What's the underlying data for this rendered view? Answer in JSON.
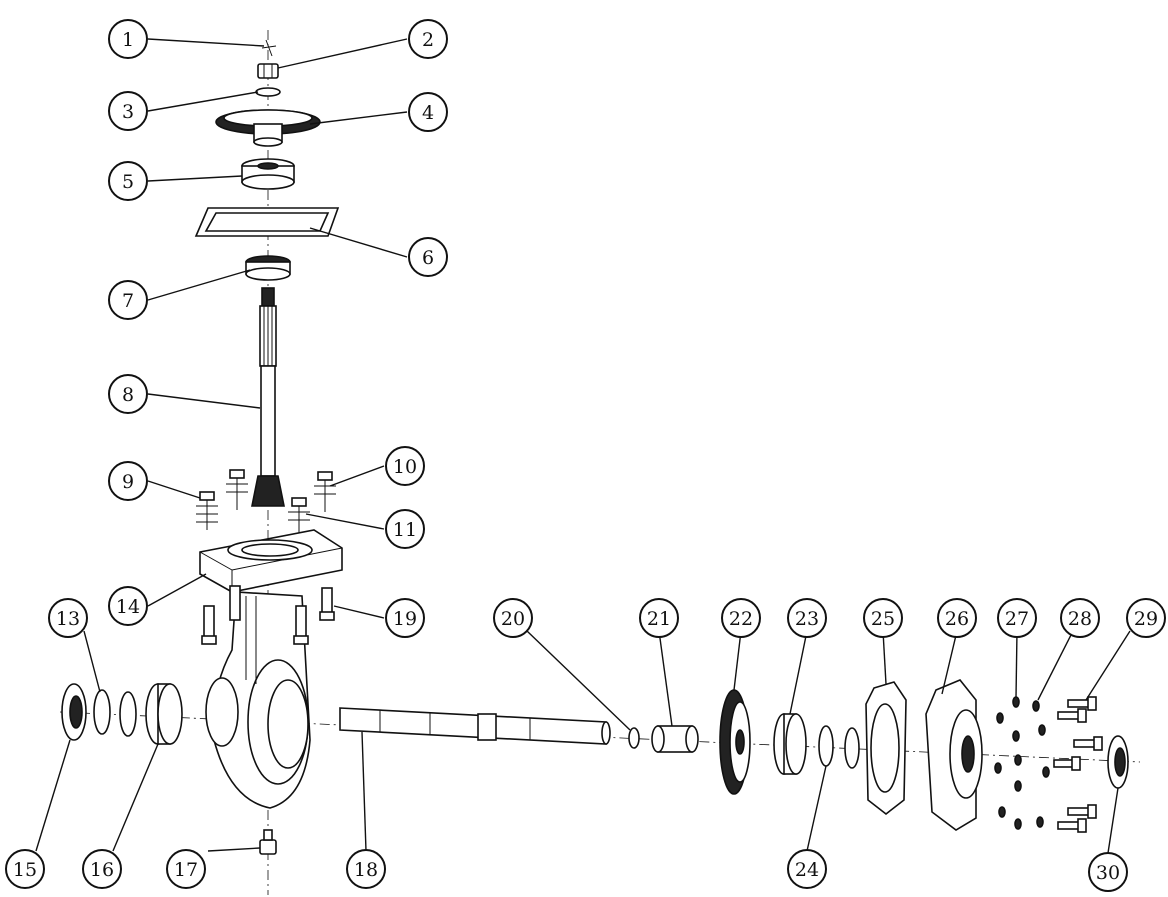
{
  "callouts": [
    {
      "number": "1"
    },
    {
      "number": "2"
    },
    {
      "number": "3"
    },
    {
      "number": "4"
    },
    {
      "number": "5"
    },
    {
      "number": "6"
    },
    {
      "number": "7"
    },
    {
      "number": "8"
    },
    {
      "number": "9"
    },
    {
      "number": "10"
    },
    {
      "number": "11"
    },
    {
      "number": "13"
    },
    {
      "number": "14"
    },
    {
      "number": "15"
    },
    {
      "number": "16"
    },
    {
      "number": "17"
    },
    {
      "number": "18"
    },
    {
      "number": "19"
    },
    {
      "number": "20"
    },
    {
      "number": "21"
    },
    {
      "number": "22"
    },
    {
      "number": "23"
    },
    {
      "number": "24"
    },
    {
      "number": "25"
    },
    {
      "number": "26"
    },
    {
      "number": "27"
    },
    {
      "number": "28"
    },
    {
      "number": "29"
    },
    {
      "number": "30"
    }
  ]
}
